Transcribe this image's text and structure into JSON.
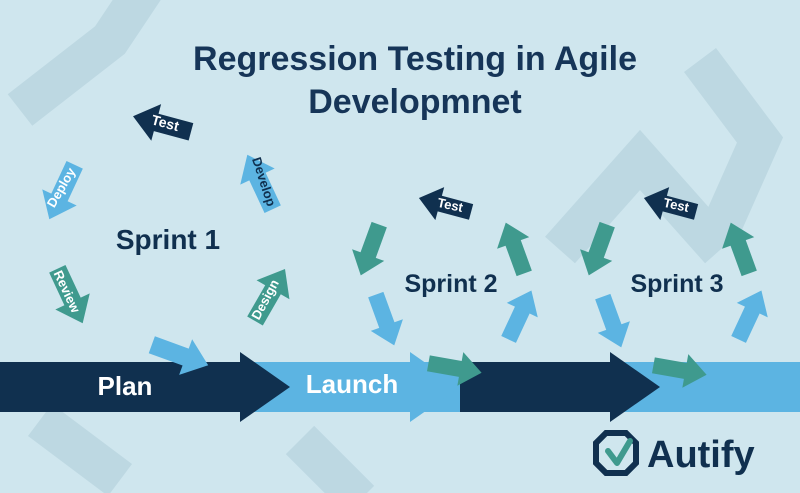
{
  "title": {
    "line1": "Regression Testing in Agile",
    "line2": "Developmnet"
  },
  "sprints": [
    {
      "name": "Sprint 1",
      "steps": {
        "test": "Test",
        "develop": "Develop",
        "deploy": "Deploy",
        "review": "Review",
        "design": "Design"
      }
    },
    {
      "name": "Sprint 2",
      "steps": {
        "test": "Test"
      }
    },
    {
      "name": "Sprint 3",
      "steps": {
        "test": "Test"
      }
    }
  ],
  "timeline": {
    "plan": "Plan",
    "launch": "Launch"
  },
  "brand": {
    "name": "Autify",
    "icon": "autify-logo-icon"
  },
  "colors": {
    "background": "#cfe6ee",
    "navy": "#10304f",
    "light_blue": "#5cb4e2",
    "teal": "#3f9a8e",
    "title": "#163558"
  }
}
